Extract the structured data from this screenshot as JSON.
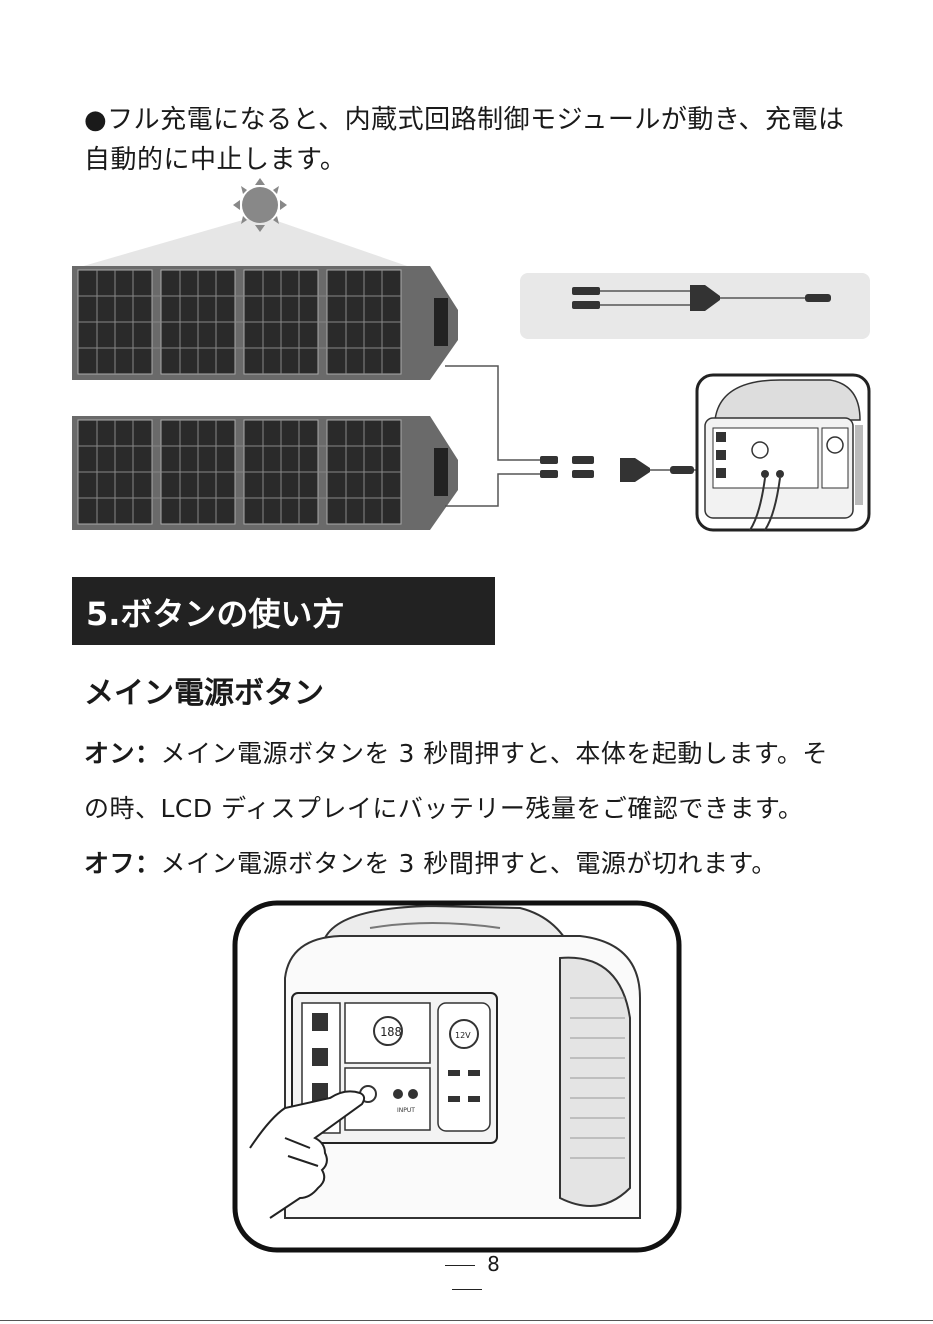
{
  "intro": {
    "line1": "●フル充電になると、内蔵式回路制御モジュールが動き、充電は",
    "line2": "自動的に中止します。"
  },
  "section": {
    "title": "5.ボタンの使い方"
  },
  "main_power": {
    "heading": "メイン電源ボタン",
    "on_label": "オン：",
    "on_text_1": "メイン電源ボタンを 3 秒間押すと、本体を起動します。そ",
    "on_text_2": "の時、LCD ディスプレイにバッテリー残量をご確認できます。",
    "off_label": "オフ：",
    "off_text": "メイン電源ボタンを 3 秒間押すと、電源が切れます。"
  },
  "device_labels": {
    "small_1": "12V",
    "small_2": "INPUT",
    "display": "188"
  },
  "page": {
    "number": "8"
  }
}
